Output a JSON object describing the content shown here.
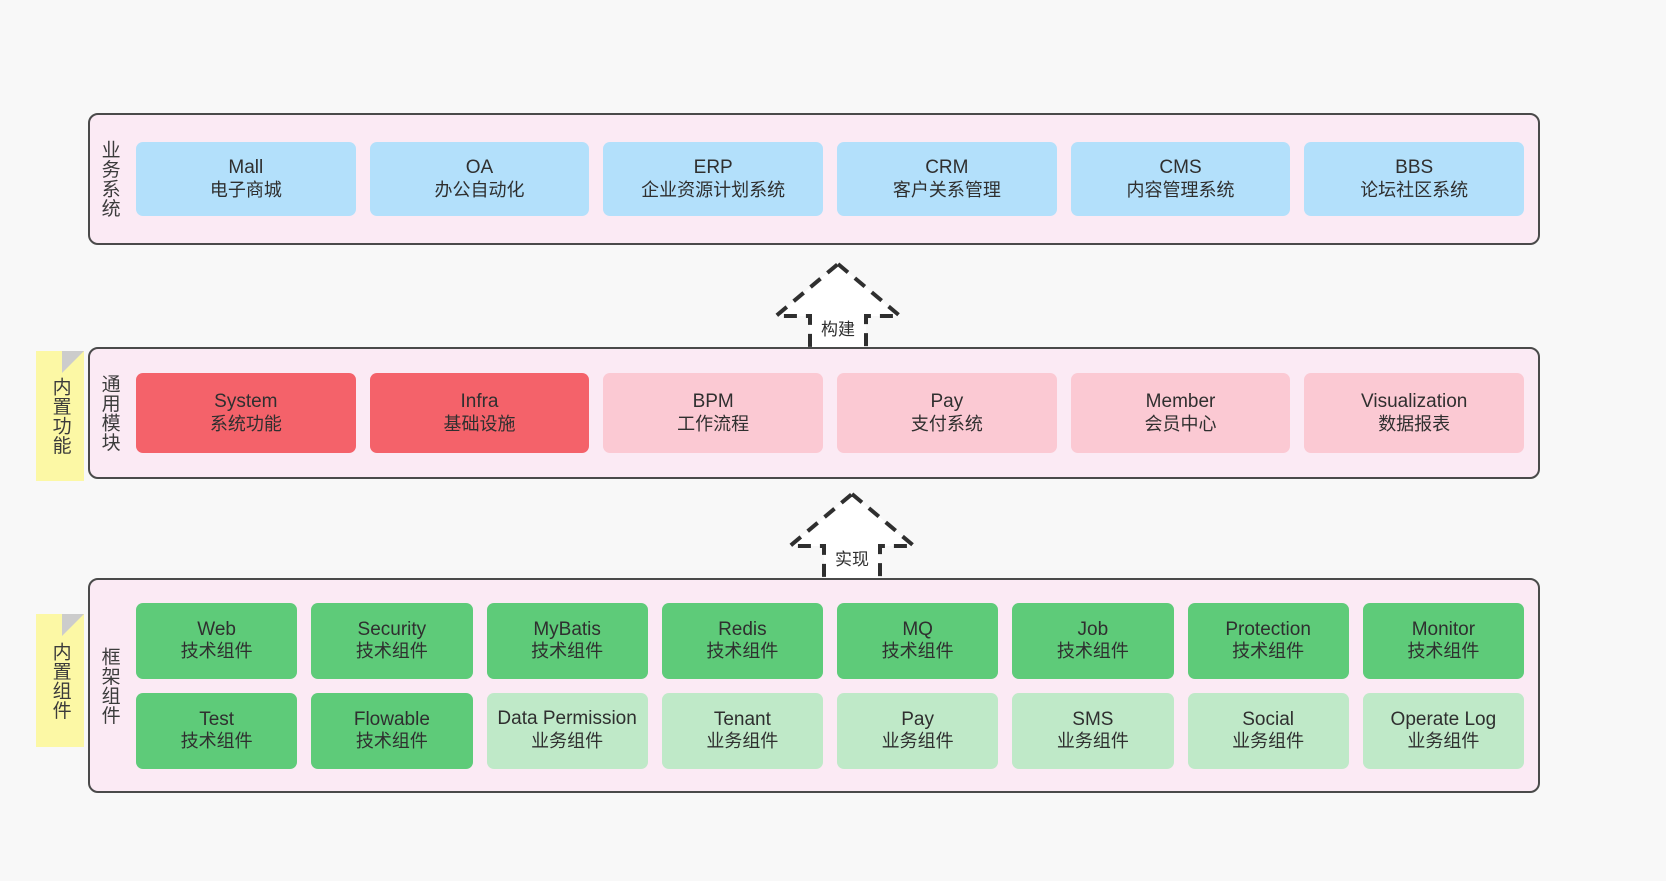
{
  "canvas": {
    "background": "#f8f8f8"
  },
  "palette": {
    "layer_bg": "#fbeaf4",
    "layer_border": "#4a4a4a",
    "blue": "#b3e0fb",
    "red": "#f4626a",
    "pink": "#fbc9d3",
    "green": "#5ecb79",
    "light_green": "#bfe9c8",
    "note_yellow": "#fcf8a5",
    "note_fold": "#cccccc"
  },
  "notes": [
    {
      "name": "builtin-function",
      "label": "内置功能"
    },
    {
      "name": "builtin-component",
      "label": "内置组件"
    }
  ],
  "connectors": [
    {
      "name": "build",
      "label": "构建",
      "style": "dashed-hollow-arrow-up"
    },
    {
      "name": "implement",
      "label": "实现",
      "style": "dashed-hollow-arrow-up"
    }
  ],
  "layers": [
    {
      "id": "business",
      "title": "业务系统",
      "rows": [
        {
          "nodes": [
            {
              "en": "Mall",
              "cn": "电子商城",
              "color": "blue"
            },
            {
              "en": "OA",
              "cn": "办公自动化",
              "color": "blue"
            },
            {
              "en": "ERP",
              "cn": "企业资源计划系统",
              "color": "blue"
            },
            {
              "en": "CRM",
              "cn": "客户关系管理",
              "color": "blue"
            },
            {
              "en": "CMS",
              "cn": "内容管理系统",
              "color": "blue"
            },
            {
              "en": "BBS",
              "cn": "论坛社区系统",
              "color": "blue"
            }
          ]
        }
      ]
    },
    {
      "id": "common",
      "title": "通用模块",
      "rows": [
        {
          "nodes": [
            {
              "en": "System",
              "cn": "系统功能",
              "color": "red"
            },
            {
              "en": "Infra",
              "cn": "基础设施",
              "color": "red"
            },
            {
              "en": "BPM",
              "cn": "工作流程",
              "color": "pink"
            },
            {
              "en": "Pay",
              "cn": "支付系统",
              "color": "pink"
            },
            {
              "en": "Member",
              "cn": "会员中心",
              "color": "pink"
            },
            {
              "en": "Visualization",
              "cn": "数据报表",
              "color": "pink"
            }
          ]
        }
      ]
    },
    {
      "id": "framework",
      "title": "框架组件",
      "rows": [
        {
          "nodes": [
            {
              "en": "Web",
              "cn": "技术组件",
              "color": "green"
            },
            {
              "en": "Security",
              "cn": "技术组件",
              "color": "green"
            },
            {
              "en": "MyBatis",
              "cn": "技术组件",
              "color": "green"
            },
            {
              "en": "Redis",
              "cn": "技术组件",
              "color": "green"
            },
            {
              "en": "MQ",
              "cn": "技术组件",
              "color": "green"
            },
            {
              "en": "Job",
              "cn": "技术组件",
              "color": "green"
            },
            {
              "en": "Protection",
              "cn": "技术组件",
              "color": "green"
            },
            {
              "en": "Monitor",
              "cn": "技术组件",
              "color": "green"
            }
          ]
        },
        {
          "nodes": [
            {
              "en": "Test",
              "cn": "技术组件",
              "color": "green"
            },
            {
              "en": "Flowable",
              "cn": "技术组件",
              "color": "green"
            },
            {
              "en": "Data Permission",
              "cn": "业务组件",
              "color": "light_green"
            },
            {
              "en": "Tenant",
              "cn": "业务组件",
              "color": "light_green"
            },
            {
              "en": "Pay",
              "cn": "业务组件",
              "color": "light_green"
            },
            {
              "en": "SMS",
              "cn": "业务组件",
              "color": "light_green"
            },
            {
              "en": "Social",
              "cn": "业务组件",
              "color": "light_green"
            },
            {
              "en": "Operate Log",
              "cn": "业务组件",
              "color": "light_green"
            }
          ]
        }
      ]
    }
  ]
}
